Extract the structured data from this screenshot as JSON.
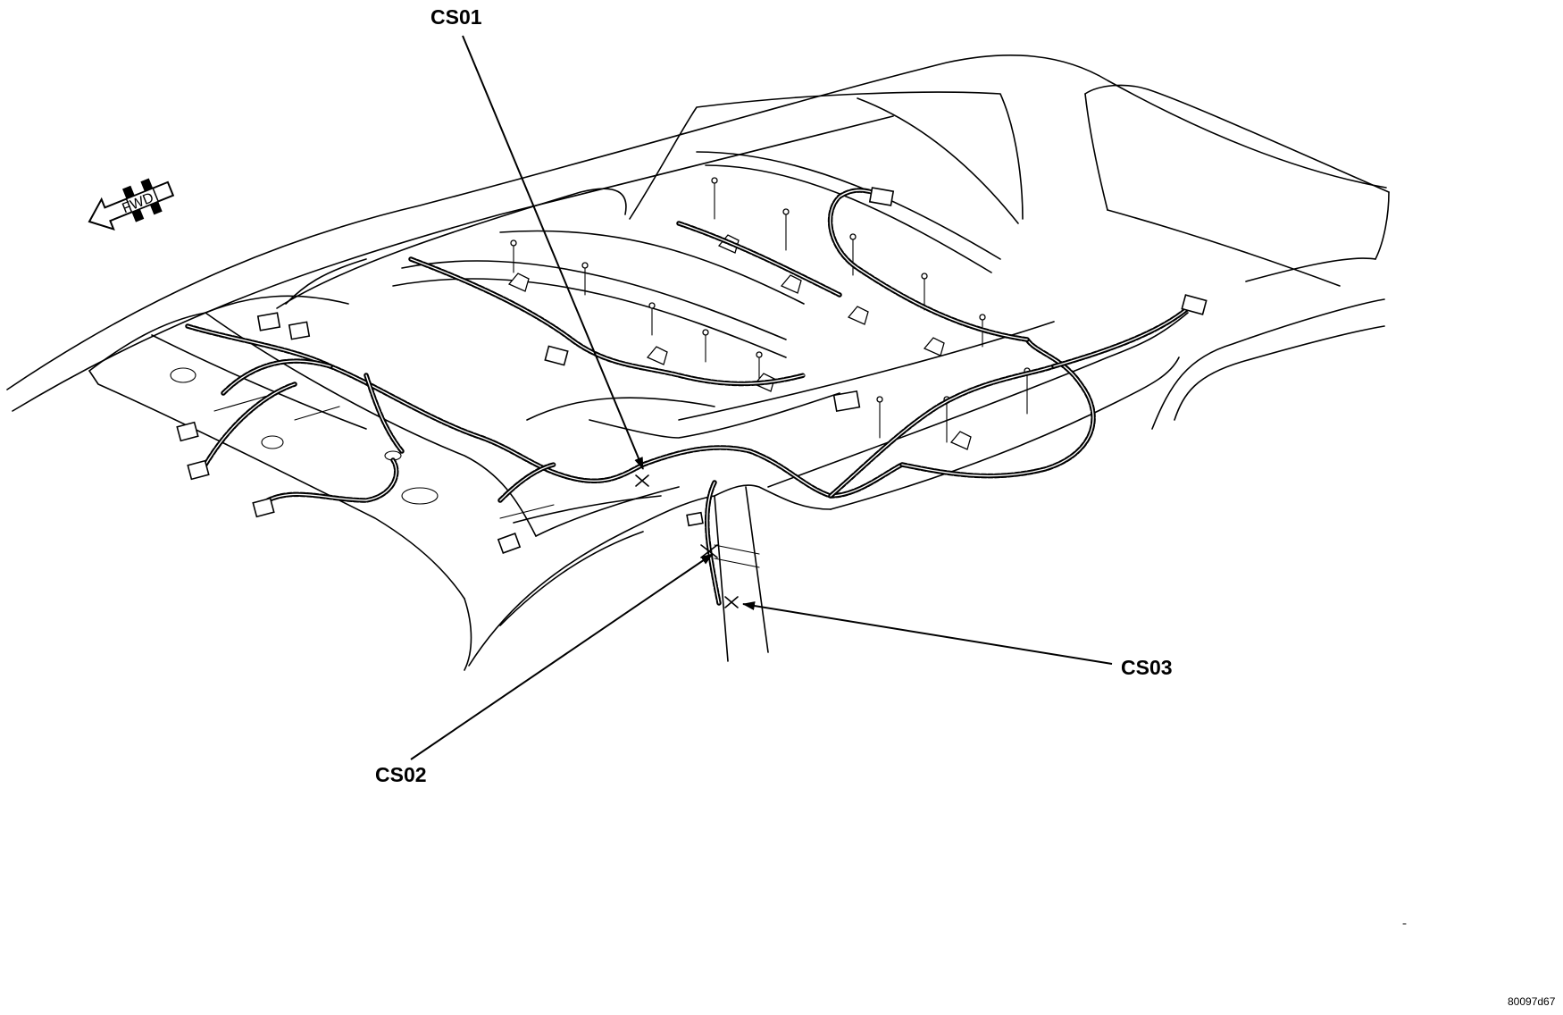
{
  "diagram": {
    "callouts": [
      {
        "id": "cs01",
        "label": "CS01"
      },
      {
        "id": "cs02",
        "label": "CS02"
      },
      {
        "id": "cs03",
        "label": "CS03"
      }
    ],
    "direction_indicator": {
      "label": "FWD",
      "icon": "arrow-left-icon"
    },
    "figure_id": "80097d67"
  }
}
